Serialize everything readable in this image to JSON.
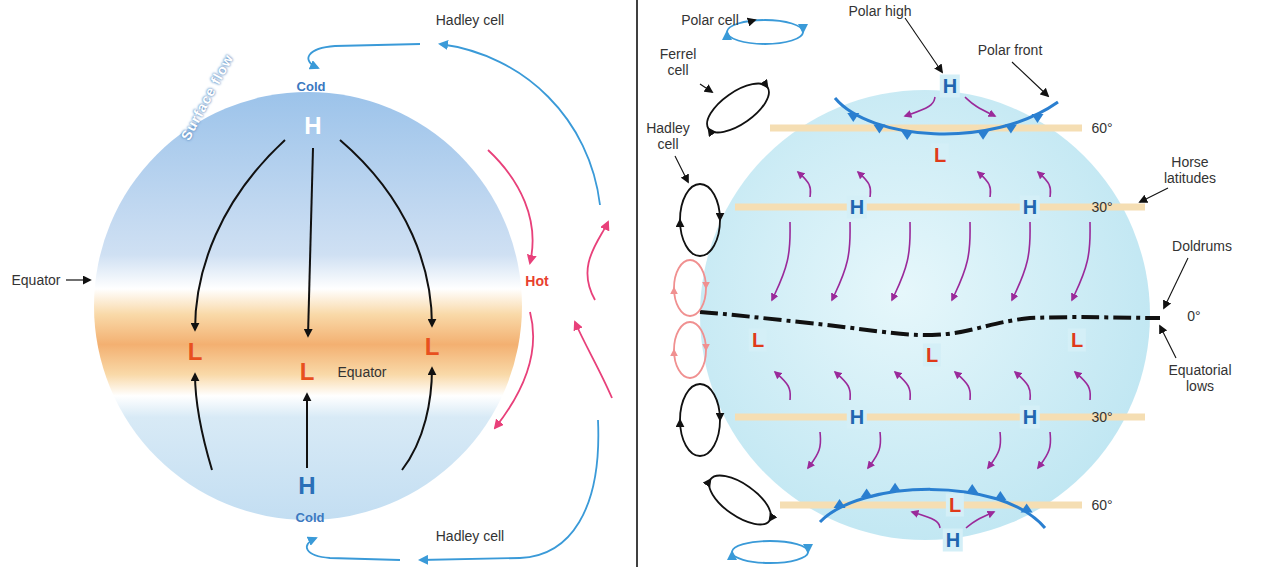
{
  "diagram": {
    "labels": [
      "Hadley cell",
      "Cold",
      "H",
      "Surface flow",
      "Equator",
      "L",
      "L",
      "L",
      "Equator",
      "Hot",
      "H",
      "Cold",
      "Hadley cell",
      "Polar cell",
      "Polar high",
      "Polar front",
      "Ferrel cell",
      "Hadley cell",
      "H",
      "L",
      "60°",
      "Horse latitudes",
      "30°",
      "H",
      "H",
      "Doldrums",
      "0°",
      "L",
      "L",
      "L",
      "Equatorial lows",
      "H",
      "H",
      "30°",
      "L",
      "60°",
      "H"
    ]
  }
}
